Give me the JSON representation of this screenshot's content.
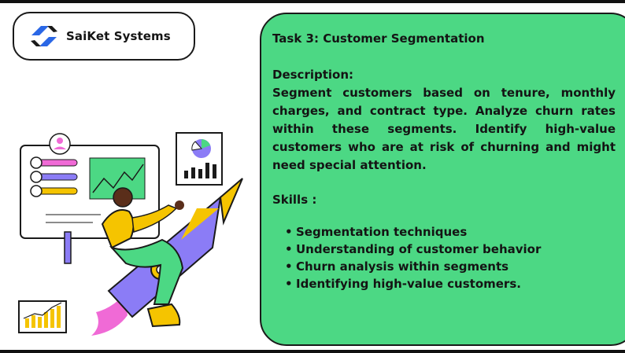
{
  "brand": {
    "name": "SaiKet Systems"
  },
  "task": {
    "title": "Task 3: Customer Segmentation",
    "description_heading": "Description:",
    "description": "Segment customers based on tenure, monthly charges, and contract type. Analyze churn rates within these segments. Identify high-value customers who are at risk of churning and might need special attention.",
    "skills_heading": "Skills :",
    "skills": [
      "Segmentation techniques",
      "Understanding of customer behavior",
      "Churn analysis within segments",
      "Identifying high-value customers."
    ]
  },
  "colors": {
    "card_bg": "#4cd884",
    "accent_purple": "#8b7cf6",
    "accent_yellow": "#f5c400",
    "accent_pink": "#f06ad6",
    "accent_blue": "#2a67e6"
  }
}
